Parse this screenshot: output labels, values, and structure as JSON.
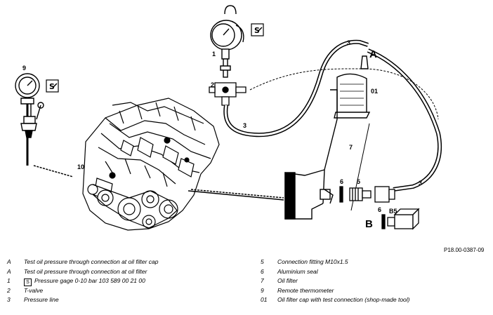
{
  "callouts": {
    "A": "A",
    "B": "B",
    "n1": "1",
    "n2": "2",
    "n3a": "3",
    "n3b": "3",
    "n3c": "3",
    "n5": "5",
    "n6a": "6",
    "n6b": "6",
    "n7": "7",
    "n9": "9",
    "n10": "10",
    "n01": "01",
    "B5": "B5"
  },
  "figure_ref": "P18.00-0387-09",
  "legend_left": [
    {
      "key": "A",
      "text": "Test oil pressure through connection at oil filter cap"
    },
    {
      "key": "A",
      "text": "Test oil pressure through connection at oil filter"
    },
    {
      "key": "1",
      "text": "Pressure  gage  0-10 bar  103  589  00  21 00",
      "symbol": "tool-symbol-icon"
    },
    {
      "key": "2",
      "text": "T-valve"
    },
    {
      "key": "3",
      "text": "Pressure line"
    }
  ],
  "legend_right": [
    {
      "key": "5",
      "text": "Connection fitting M10x1.5"
    },
    {
      "key": "6",
      "text": "Aluminium seal"
    },
    {
      "key": "7",
      "text": "Oil filter"
    },
    {
      "key": "9",
      "text": "Remote thermometer"
    },
    {
      "key": "01",
      "text": "Oil filter cap with test connection (shop-made tool)"
    }
  ],
  "icons": [
    "pressure-gauge-icon",
    "tool-symbol-icon",
    "thermometer-icon",
    "engine-icon",
    "oil-filter-icon",
    "t-valve-icon"
  ]
}
